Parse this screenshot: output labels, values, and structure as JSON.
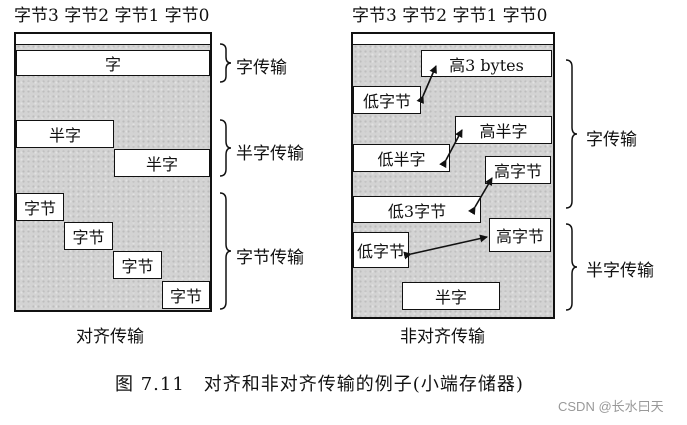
{
  "left": {
    "header": "字节3 字节2 字节1 字节0",
    "word": "字",
    "half1": "半字",
    "half2": "半字",
    "bytes": [
      "字节",
      "字节",
      "字节",
      "字节"
    ],
    "brace_word": "字传输",
    "brace_half": "半字传输",
    "brace_byte": "字节传输",
    "caption": "对齐传输"
  },
  "right": {
    "header": "字节3 字节2 字节1 字节0",
    "high3": "高3 bytes",
    "low_byte1": "低字节",
    "high_half": "高半字",
    "low_half": "低半字",
    "high_byte1": "高字节",
    "low3": "低3字节",
    "high_byte2": "高字节",
    "low_byte2": "低字节",
    "half": "半字",
    "brace_word": "字传输",
    "brace_half": "半字传输",
    "caption": "非对齐传输"
  },
  "figure_caption": "图 7.11　对齐和非对齐传输的例子(小端存储器)",
  "watermark": "CSDN @长水曰天"
}
